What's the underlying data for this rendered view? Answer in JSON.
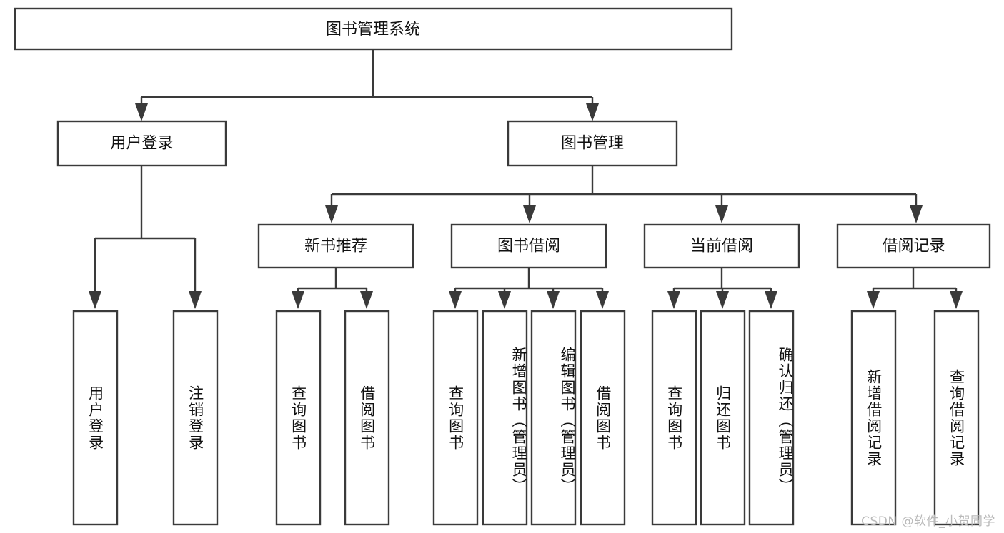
{
  "diagram": {
    "type": "tree-hierarchy",
    "title": "图书管理系统",
    "watermark": "CSDN @软件_小贺同学",
    "colors": {
      "box_stroke": "#3a3a3a",
      "box_fill": "#ffffff",
      "text": "#111111",
      "watermark": "#b9b9b9",
      "background": "#ffffff"
    },
    "root": {
      "label": "图书管理系统"
    },
    "level2": [
      {
        "id": "user-login",
        "label": "用户登录"
      },
      {
        "id": "book-manage",
        "label": "图书管理"
      }
    ],
    "level3": [
      {
        "id": "new-book-recommend",
        "label": "新书推荐",
        "parent": "book-manage"
      },
      {
        "id": "book-borrow",
        "label": "图书借阅",
        "parent": "book-manage"
      },
      {
        "id": "current-borrow",
        "label": "当前借阅",
        "parent": "book-manage"
      },
      {
        "id": "borrow-record",
        "label": "借阅记录",
        "parent": "book-manage"
      }
    ],
    "leaves": {
      "user-login": [
        {
          "id": "leaf-user-login",
          "label": "用户登录"
        },
        {
          "id": "leaf-user-logout",
          "label": "注销登录"
        }
      ],
      "new-book-recommend": [
        {
          "id": "leaf-query-book-1",
          "label": "查询图书"
        },
        {
          "id": "leaf-borrow-book-1",
          "label": "借阅图书"
        }
      ],
      "book-borrow": [
        {
          "id": "leaf-query-book-2",
          "label": "查询图书"
        },
        {
          "id": "leaf-add-book",
          "label": "新增图书（管理员）"
        },
        {
          "id": "leaf-edit-book",
          "label": "编辑图书（管理员）"
        },
        {
          "id": "leaf-borrow-book-2",
          "label": "借阅图书"
        }
      ],
      "current-borrow": [
        {
          "id": "leaf-query-book-3",
          "label": "查询图书"
        },
        {
          "id": "leaf-return-book",
          "label": "归还图书"
        },
        {
          "id": "leaf-confirm-return",
          "label": "确认归还（管理员）"
        }
      ],
      "borrow-record": [
        {
          "id": "leaf-add-record",
          "label": "新增借阅记录"
        },
        {
          "id": "leaf-query-record",
          "label": "查询借阅记录"
        }
      ]
    }
  }
}
